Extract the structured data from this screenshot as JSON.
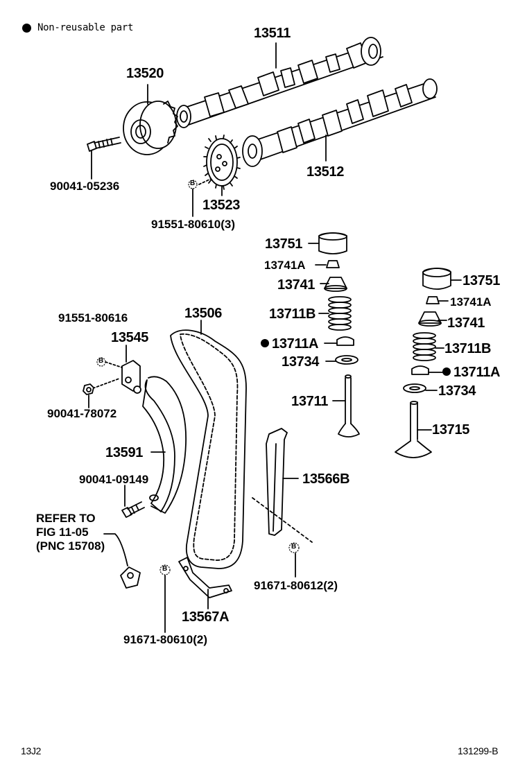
{
  "legend": {
    "text": "Non-reusable part"
  },
  "labels": {
    "p13511": "13511",
    "p13520": "13520",
    "p90041_05236": "90041-05236",
    "p13512": "13512",
    "p13523": "13523",
    "p91551_80610": "91551-80610(3)",
    "p13751_a": "13751",
    "p13741A_a": "13741A",
    "p13741_a": "13741",
    "p13711B_a": "13711B",
    "p13711A_a": "13711A",
    "p13734_a": "13734",
    "p13711": "13711",
    "p13751_b": "13751",
    "p13741A_b": "13741A",
    "p13741_b": "13741",
    "p13711B_b": "13711B",
    "p13711A_b": "13711A",
    "p13734_b": "13734",
    "p13715": "13715",
    "p91551_80616": "91551-80616",
    "p13545": "13545",
    "p13506": "13506",
    "p90041_78072": "90041-78072",
    "p13591": "13591",
    "p90041_09149": "90041-09149",
    "p13566B": "13566B",
    "refer_line1": "REFER TO",
    "refer_line2": "FIG 11-05",
    "refer_line3": "(PNC 15708)",
    "p91671_80612": "91671-80612(2)",
    "p13567A": "13567A",
    "p91671_80610": "91671-80610(2)",
    "bolt_mark": "B"
  },
  "footer": {
    "left_code": "13J2",
    "right_code": "131299-B"
  }
}
